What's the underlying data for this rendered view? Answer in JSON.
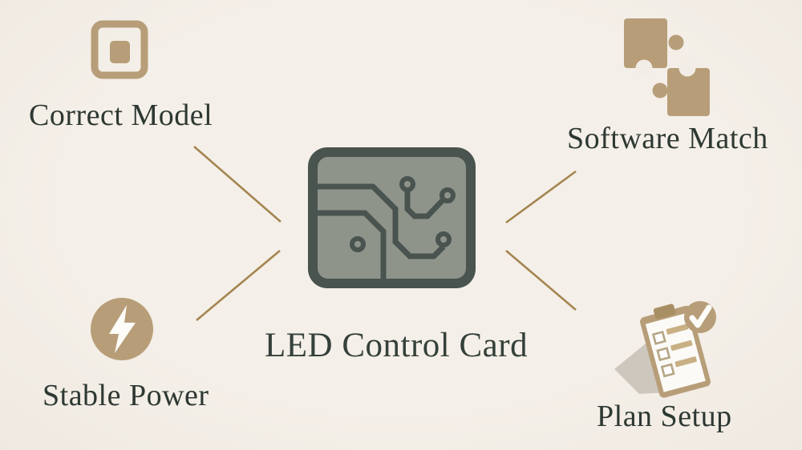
{
  "title": "LED Control Card",
  "center": {
    "label": "LED Control Card",
    "icon": "circuit-board-icon"
  },
  "nodes": [
    {
      "id": "correct-model",
      "label": "Correct Model",
      "icon": "framed-square-icon",
      "position": "top-left"
    },
    {
      "id": "software-match",
      "label": "Software Match",
      "icon": "puzzle-pieces-icon",
      "position": "top-right"
    },
    {
      "id": "stable-power",
      "label": "Stable Power",
      "icon": "lightning-bolt-icon",
      "position": "bottom-left"
    },
    {
      "id": "plan-setup",
      "label": "Plan Setup",
      "icon": "clipboard-checklist-icon",
      "position": "bottom-right"
    }
  ],
  "connectors": [
    {
      "from": "correct-model",
      "to": "center"
    },
    {
      "from": "software-match",
      "to": "center"
    },
    {
      "from": "stable-power",
      "to": "center"
    },
    {
      "from": "plan-setup",
      "to": "center"
    }
  ],
  "colors": {
    "background": "#f2ede6",
    "accent_tan": "#b79e78",
    "connector_line": "#a3854f",
    "card_border": "#49534f",
    "card_fill": "#8f948b",
    "text": "#2e3833",
    "shadow_gray": "#cdc7bd",
    "white": "#fdfcf9"
  }
}
